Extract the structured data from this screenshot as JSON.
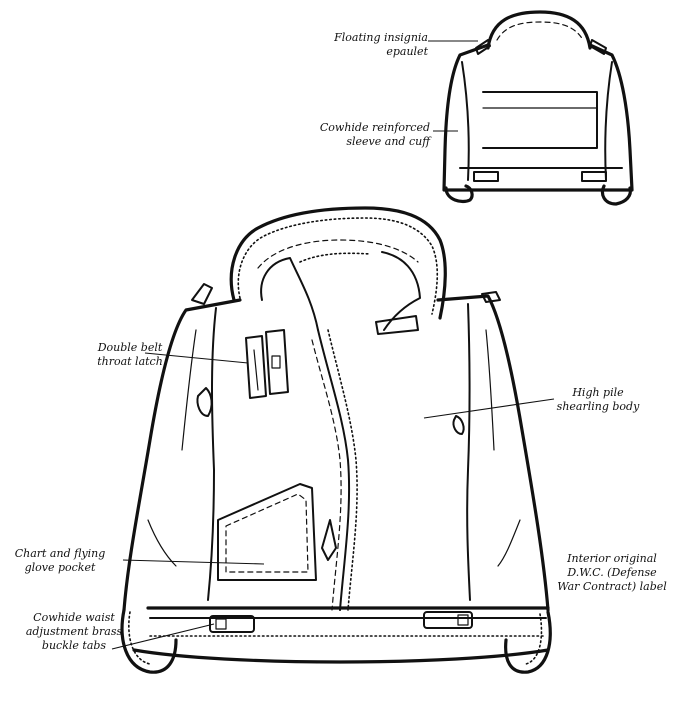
{
  "labels": {
    "floating_insignia": [
      "Floating insignia",
      "epaulet"
    ],
    "cowhide_sleeve": [
      "Cowhide reinforced",
      "sleeve and cuff"
    ],
    "double_belt": [
      "Double belt",
      "throat latch"
    ],
    "shearling_body": [
      "High pile",
      "shearling body"
    ],
    "chart_pocket": [
      "Chart and flying",
      "glove pocket"
    ],
    "interior_label": [
      "Interior original",
      "D.W.C. (Defense",
      "War Contract) label"
    ],
    "waist_buckle": [
      "Cowhide waist",
      "adjustment brass",
      "buckle tabs"
    ]
  },
  "icons": [
    "jacket-back-view",
    "jacket-front-view"
  ]
}
